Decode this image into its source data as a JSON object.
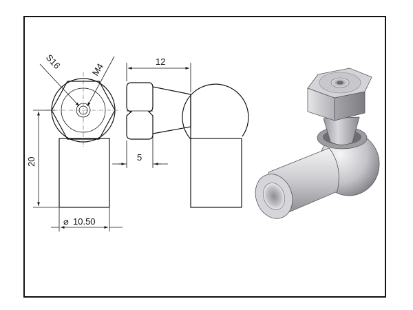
{
  "dimensions": {
    "hex_across_flats": "S16",
    "thread": "M4",
    "width": "12",
    "height": "20",
    "neck_length": "5",
    "diameter": "10.50",
    "diameter_symbol": "⌀"
  },
  "colors": {
    "frame": "#111111",
    "line": "#111111",
    "metal_light": "#e8e8ea",
    "metal_mid": "#b9b9bd",
    "metal_dark": "#7d7d82"
  }
}
